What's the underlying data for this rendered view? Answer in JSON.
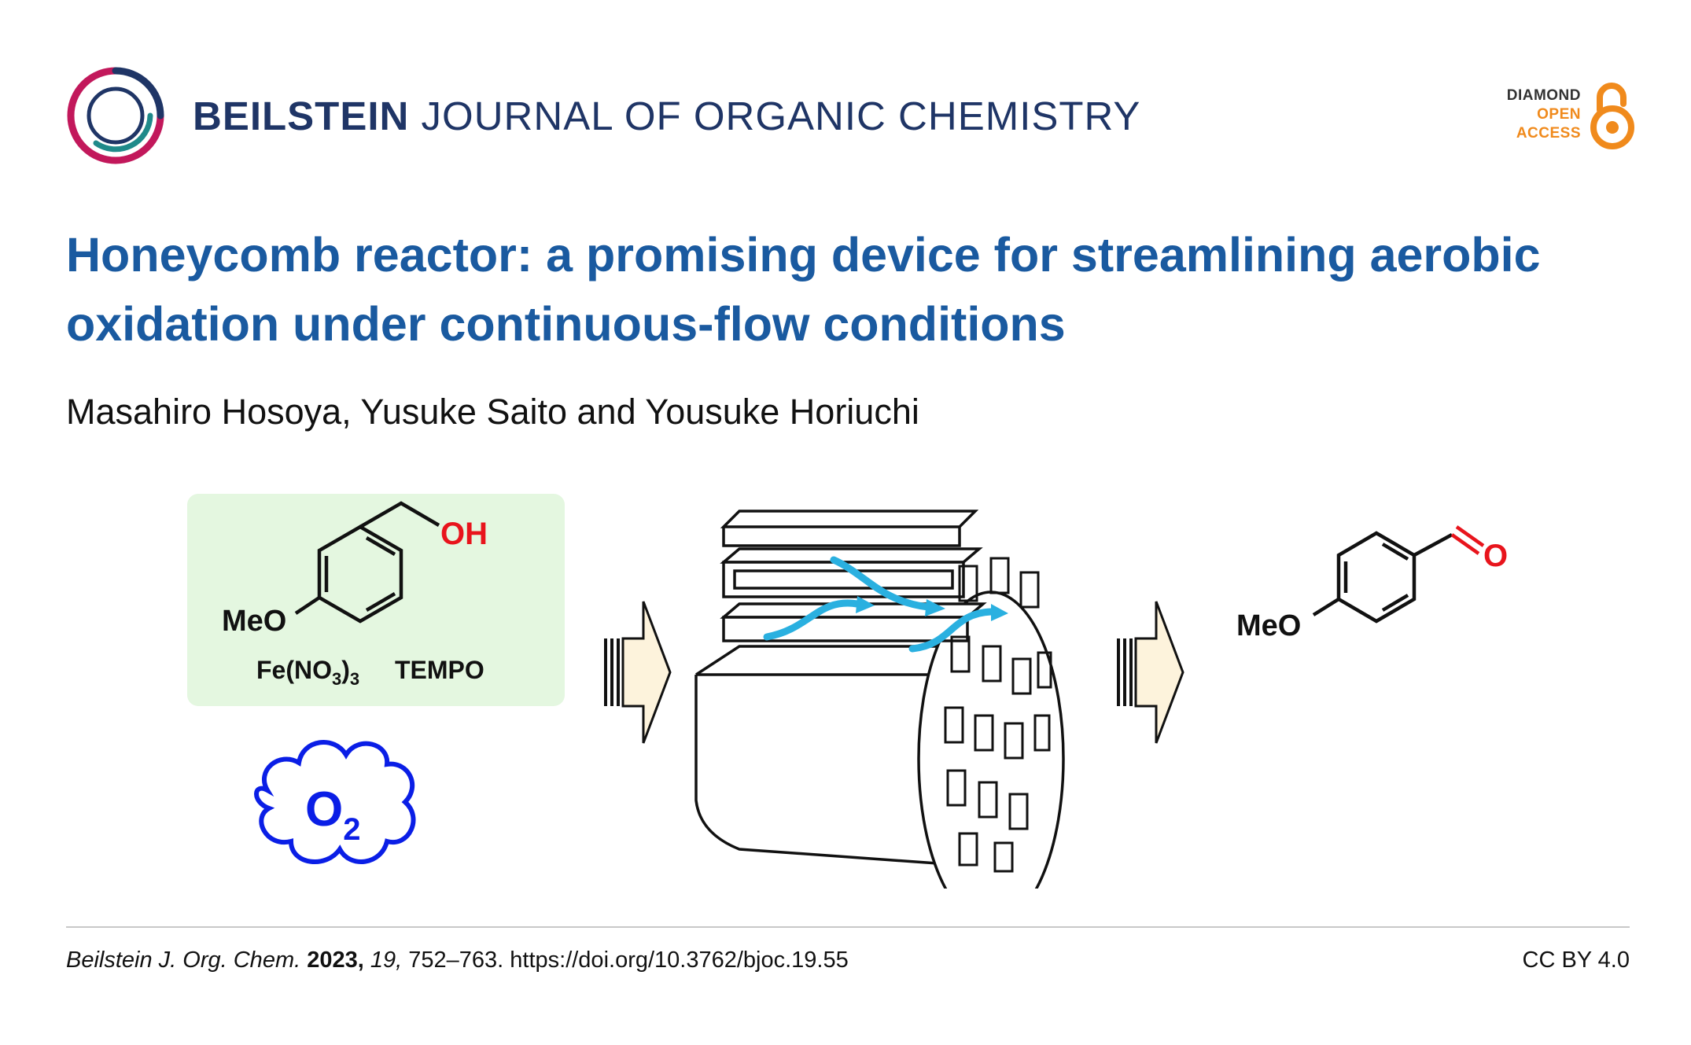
{
  "header": {
    "journal_name_bold": "BEILSTEIN",
    "journal_name_rest": "JOURNAL OF ORGANIC CHEMISTRY",
    "open_access_badge": {
      "line1": "DIAMOND",
      "line2": "OPEN",
      "line3": "ACCESS",
      "icon": "open-lock-icon"
    }
  },
  "article": {
    "title": "Honeycomb reactor: a promising device for streamlining aerobic oxidation under continuous-flow conditions",
    "authors": "Masahiro Hosoya, Yusuke Saito and Yousuke Horiuchi"
  },
  "graphical_abstract": {
    "reactant": {
      "substituent": "MeO",
      "functional_group": "OH",
      "reagent_1_base": "Fe(NO",
      "reagent_1_sub_3": "3",
      "reagent_1_close": ")",
      "reagent_1_sub_outer": "3",
      "reagent_2": "TEMPO"
    },
    "oxidant": {
      "symbol": "O",
      "subscript": "2"
    },
    "product": {
      "substituent": "MeO",
      "functional_group": "O"
    }
  },
  "footer": {
    "journal_abbrev": "Beilstein J. Org. Chem.",
    "year": "2023,",
    "volume": "19,",
    "pages_doi": "752–763. https://doi.org/10.3762/bjoc.19.55",
    "license": "CC BY 4.0"
  },
  "colors": {
    "title_blue": "#1a5aa0",
    "journal_navy": "#1f3566",
    "oa_orange": "#f08a1c",
    "reagent_green": "#e4f7e0",
    "hydroxyl_red": "#e8141c",
    "oxygen_blue": "#0a1ee6",
    "flow_cyan": "#2ab0e0",
    "arrow_fill": "#fdf3dc"
  }
}
